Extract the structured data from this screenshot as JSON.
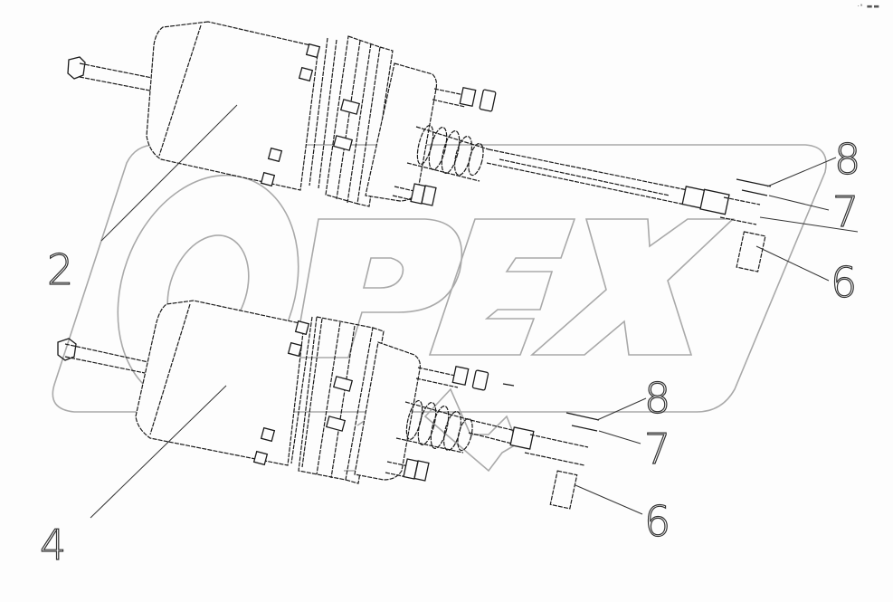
{
  "diagram": {
    "type": "exploded-parts-view",
    "subject": "brake chamber assemblies with push rods",
    "watermark": {
      "text": "OPEX",
      "color": "#a9a9a9"
    },
    "line_color": "#1a1a1a",
    "background": "#fdfdfd",
    "corner_mark": "·ᵃ ▬▬",
    "upper_assembly": {
      "callouts": [
        {
          "id": "2",
          "label": "2"
        },
        {
          "id": "8",
          "label": "8"
        },
        {
          "id": "7",
          "label": "7"
        },
        {
          "id": "6",
          "label": "6"
        }
      ]
    },
    "lower_assembly": {
      "callouts": [
        {
          "id": "4",
          "label": "4"
        },
        {
          "id": "8",
          "label": "8"
        },
        {
          "id": "7",
          "label": "7"
        },
        {
          "id": "6",
          "label": "6"
        }
      ]
    }
  }
}
